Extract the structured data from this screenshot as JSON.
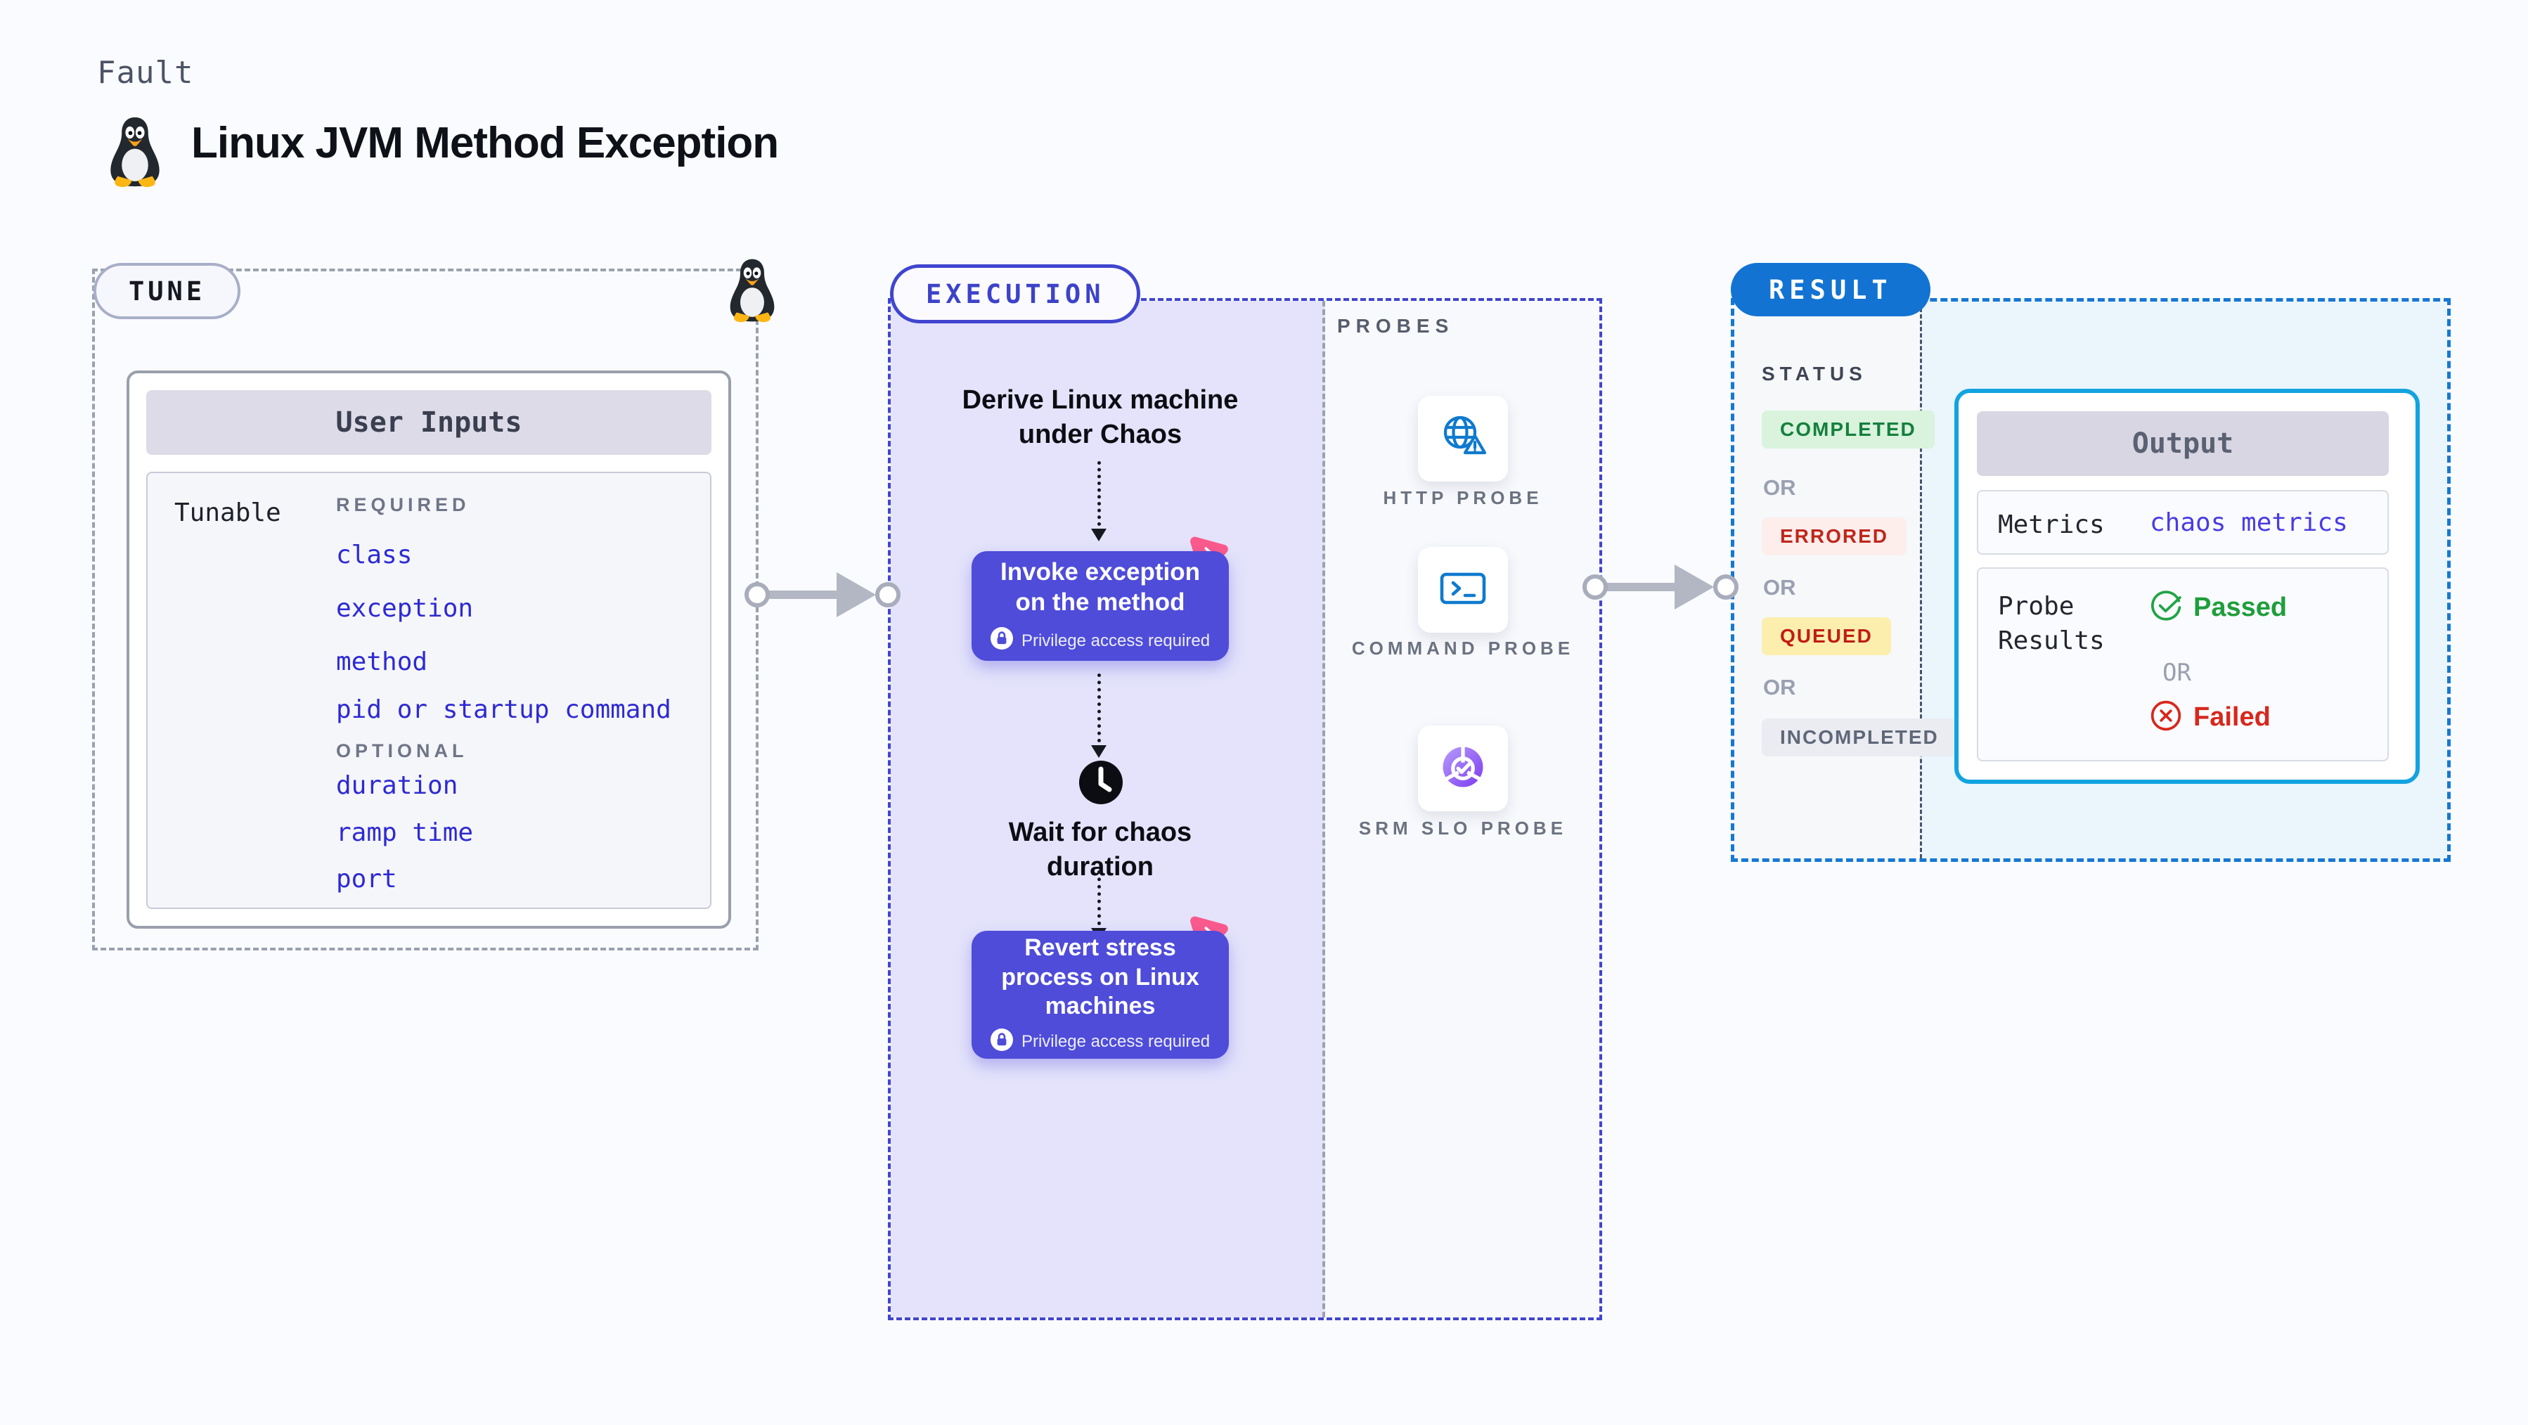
{
  "page": {
    "kicker": "Fault",
    "title": "Linux JVM Method Exception"
  },
  "colors": {
    "background": "#fafbfe",
    "accent_indigo": "#4f4cd9",
    "execution_panel_lavender": "#e4e3fb",
    "execution_dash": "#4045cf",
    "tune_dash": "#9aa2ae",
    "result_dash": "#1678d3",
    "result_badge_bg": "#1273d2",
    "output_border": "#12a3e0",
    "tunable_link_blue": "#2e2ad2",
    "metrics_link_blue": "#4a3be2",
    "passed_green": "#1f9e3c",
    "failed_red": "#d7281d",
    "probe_icon_blue": "#0f7ace",
    "slo_purple": "#7c3bf0",
    "chaos_pink": "#fb5a8c",
    "completed_badge": {
      "bg": "#d9f3dd",
      "text": "#15803d"
    },
    "errored_badge": {
      "bg": "#fdeeec",
      "text": "#bf271c"
    },
    "queued_badge": {
      "bg": "#fcefae",
      "text": "#c01d12"
    },
    "incompleted_badge": {
      "bg": "#eaecf2",
      "text": "#5f6778"
    }
  },
  "tune": {
    "badge": "TUNE",
    "card_title": "User Inputs",
    "row_label": "Tunable",
    "required_label": "REQUIRED",
    "optional_label": "OPTIONAL",
    "required_items": [
      "class",
      "exception",
      "method",
      "pid or startup command"
    ],
    "optional_items": [
      "duration",
      "ramp time",
      "port"
    ]
  },
  "execution": {
    "badge": "EXECUTION",
    "step_derive": "Derive Linux machine under Chaos",
    "action_invoke": {
      "title": "Invoke exception on the method",
      "note": "Privilege access required"
    },
    "step_wait": "Wait for chaos duration",
    "action_revert": {
      "title": "Revert stress process on Linux machines",
      "note": "Privilege access required"
    }
  },
  "probes": {
    "label": "PROBES",
    "items": [
      {
        "name": "HTTP PROBE",
        "icon": "globe-warning-icon"
      },
      {
        "name": "COMMAND PROBE",
        "icon": "terminal-icon"
      },
      {
        "name": "SRM SLO PROBE",
        "icon": "slo-donut-icon"
      }
    ]
  },
  "result": {
    "badge": "RESULT",
    "status_label": "STATUS",
    "or_label": "OR",
    "statuses": [
      {
        "label": "COMPLETED"
      },
      {
        "label": "ERRORED"
      },
      {
        "label": "QUEUED"
      },
      {
        "label": "INCOMPLETED"
      }
    ],
    "output": {
      "title": "Output",
      "metrics_label": "Metrics",
      "metrics_value": "chaos metrics",
      "probe_results_label": "Probe Results",
      "passed": "Passed",
      "or": "OR",
      "failed": "Failed"
    }
  }
}
